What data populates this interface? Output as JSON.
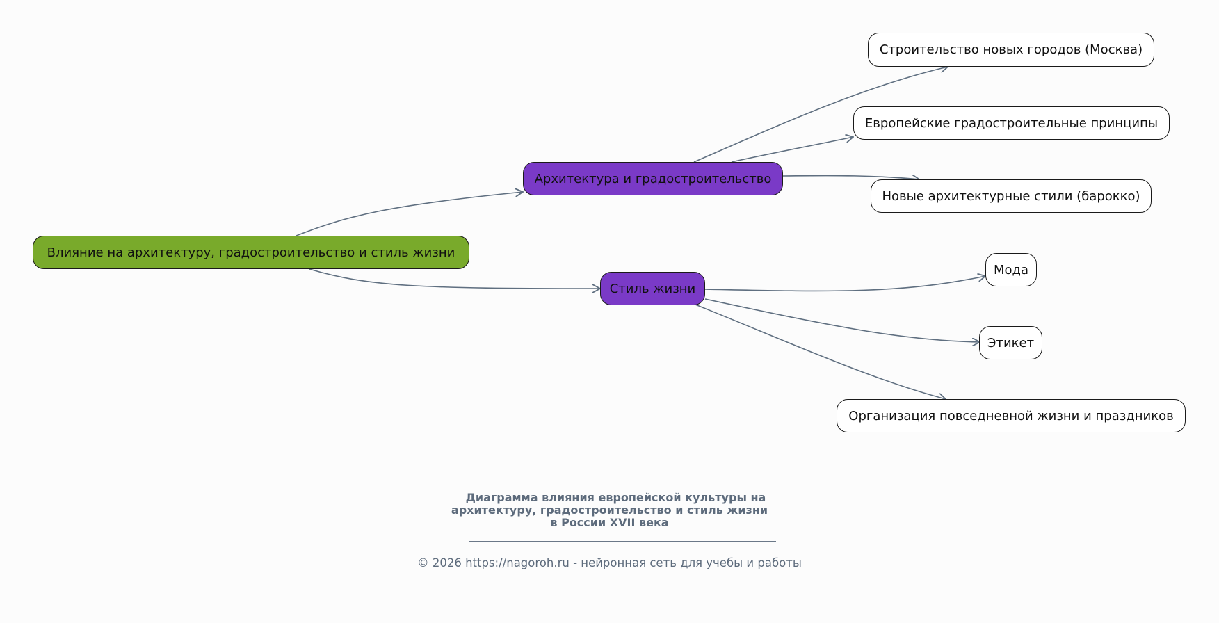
{
  "diagram": {
    "root": {
      "id": "root",
      "label": "Влияние на архитектуру, градостроительство и стиль жизни",
      "color": "#79aa2b"
    },
    "branches": [
      {
        "id": "arch",
        "label": "Архитектура и градостроительство",
        "color": "#7a3ac7",
        "children": [
          {
            "id": "arch-1",
            "label": "Строительство новых городов (Москва)"
          },
          {
            "id": "arch-2",
            "label": "Европейские градостроительные принципы"
          },
          {
            "id": "arch-3",
            "label": "Новые архитектурные стили (барокко)"
          }
        ]
      },
      {
        "id": "life",
        "label": "Стиль жизни",
        "color": "#7a3ac7",
        "children": [
          {
            "id": "life-1",
            "label": "Мода"
          },
          {
            "id": "life-2",
            "label": "Этикет"
          },
          {
            "id": "life-3",
            "label": "Организация повседневной жизни и праздников"
          }
        ]
      }
    ],
    "edges": [
      [
        "root",
        "arch"
      ],
      [
        "root",
        "life"
      ],
      [
        "arch",
        "arch-1"
      ],
      [
        "arch",
        "arch-2"
      ],
      [
        "arch",
        "arch-3"
      ],
      [
        "life",
        "life-1"
      ],
      [
        "life",
        "life-2"
      ],
      [
        "life",
        "life-3"
      ]
    ],
    "edge_color": "#5f6f80"
  },
  "caption": {
    "title_lines": [
      "Диаграмма влияния европейской культуры на",
      "архитектуру, градостроительство и стиль жизни",
      "в России XVII века"
    ],
    "footer": "© 2026 https://nagoroh.ru - нейронная сеть для учебы и работы"
  }
}
